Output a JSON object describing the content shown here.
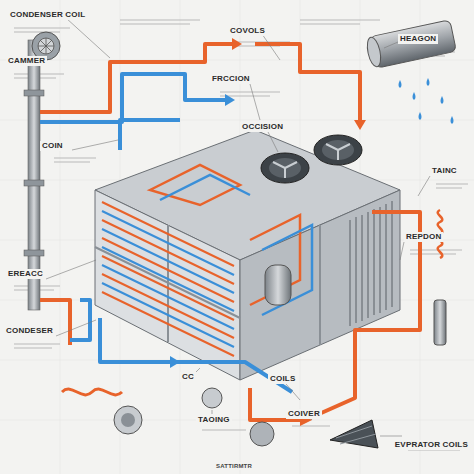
{
  "diagram": {
    "labels": [
      "CONDENSER COIL",
      "COVOLS",
      "HEAGON",
      "CAMMER",
      "FRCCION",
      "OCCISION",
      "COIN",
      "TAINC",
      "REPDON",
      "EREACC",
      "CONDESER",
      "CC",
      "COILS",
      "COIVER",
      "TAOING",
      "EVPRATOR COILS",
      "SATTIRMTR"
    ]
  }
}
